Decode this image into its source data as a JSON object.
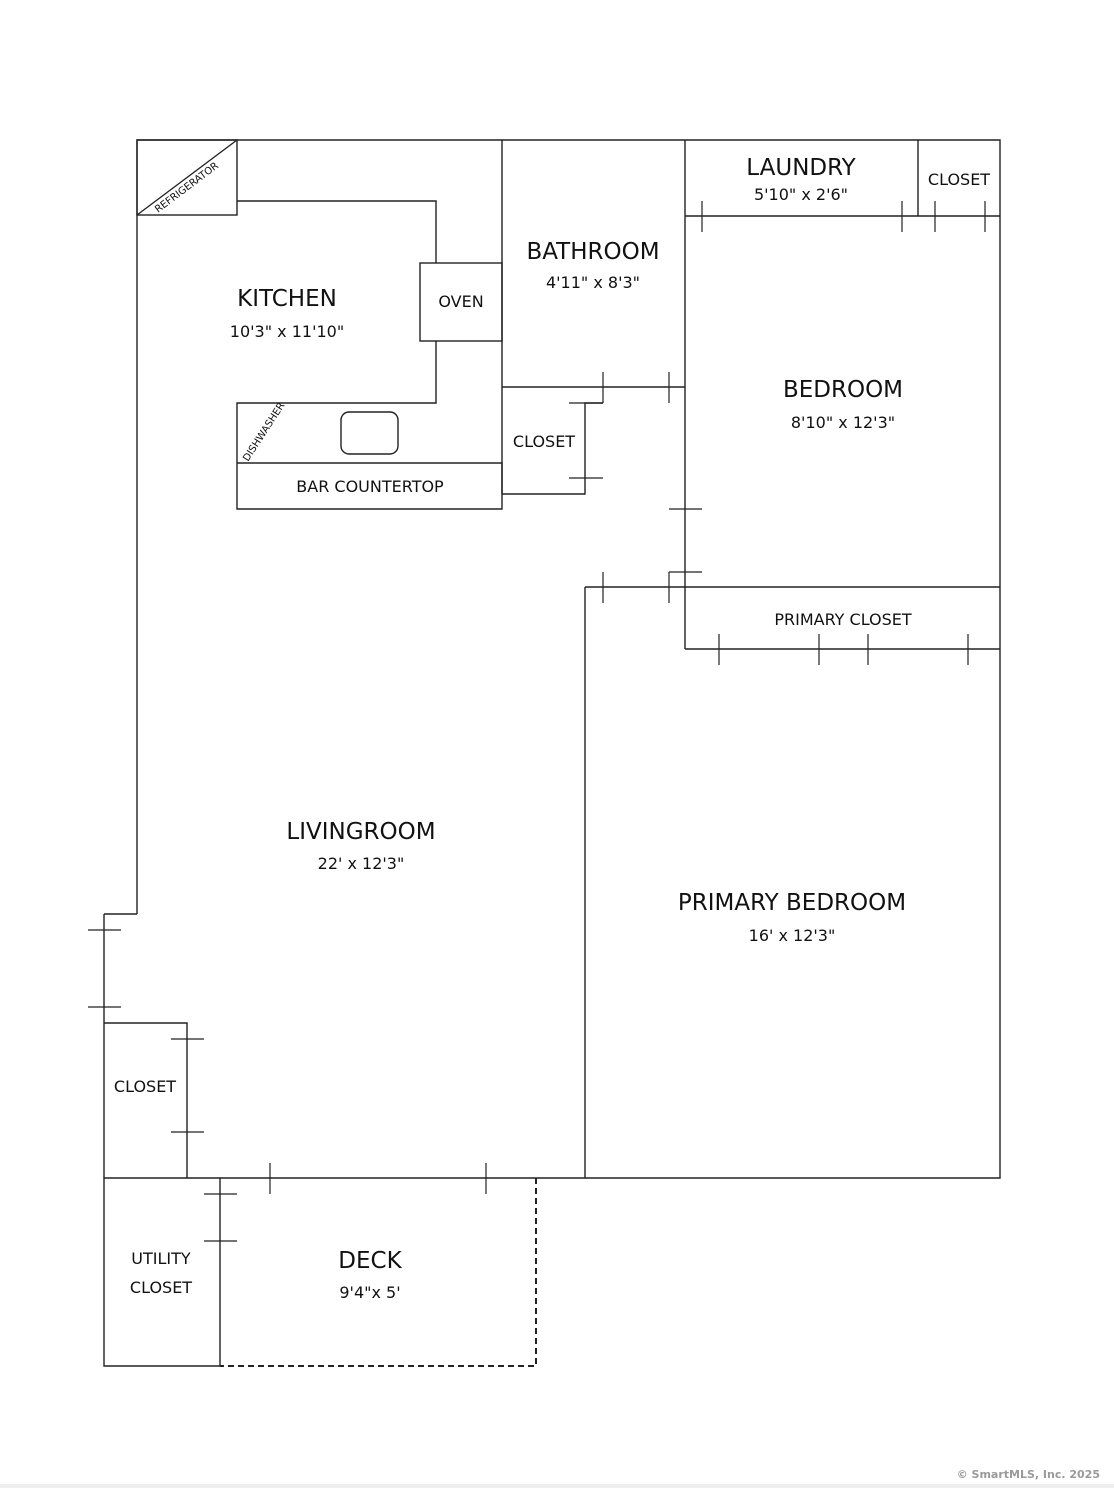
{
  "rooms": {
    "kitchen": {
      "name": "KITCHEN",
      "dim": "10'3\" x 11'10\""
    },
    "bathroom": {
      "name": "BATHROOM",
      "dim": "4'11\" x 8'3\""
    },
    "laundry": {
      "name": "LAUNDRY",
      "dim": "5'10\" x 2'6\""
    },
    "bedroom": {
      "name": "BEDROOM",
      "dim": "8'10\" x 12'3\""
    },
    "livingroom": {
      "name": "LIVINGROOM",
      "dim": "22' x 12'3\""
    },
    "primary_bedroom": {
      "name": "PRIMARY BEDROOM",
      "dim": "16' x 12'3\""
    },
    "deck": {
      "name": "DECK",
      "dim": "9'4\"x 5'"
    }
  },
  "labels": {
    "laundry_closet": "CLOSET",
    "hall_closet": "CLOSET",
    "primary_closet": "PRIMARY CLOSET",
    "living_closet": "CLOSET",
    "utility_closet_line1": "UTILITY",
    "utility_closet_line2": "CLOSET",
    "oven": "OVEN",
    "bar_countertop": "BAR COUNTERTOP",
    "refrigerator": "REFRIGERATOR",
    "dishwasher": "DISHWASHER"
  },
  "copyright": "© SmartMLS, Inc. 2025"
}
